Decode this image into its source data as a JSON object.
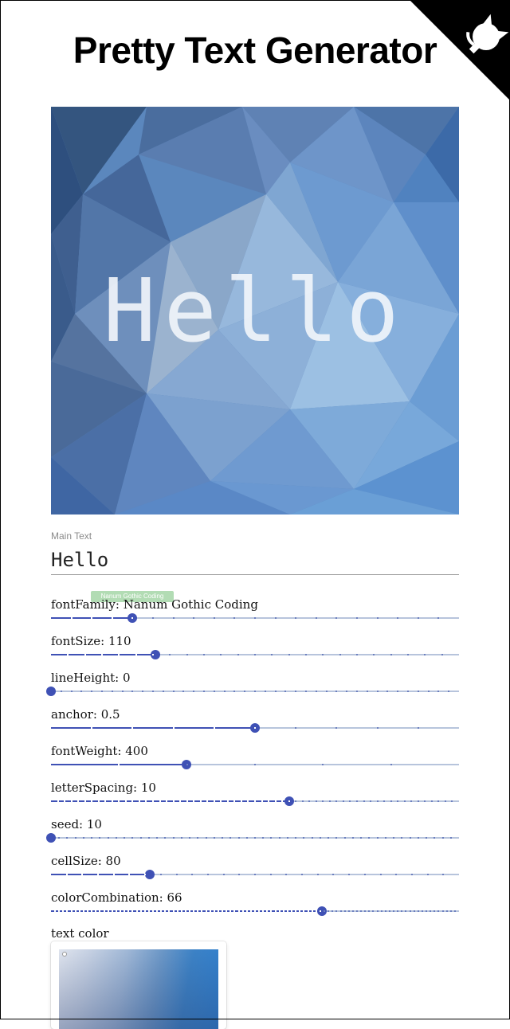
{
  "header": {
    "title": "Pretty Text Generator",
    "github_icon": "github-octocat-icon"
  },
  "preview": {
    "text": "Hello",
    "background_colors": [
      "#2e4f7e",
      "#4f6fa0",
      "#5f86bf",
      "#8fb3dc",
      "#7aa8d8",
      "#3d6fb2",
      "#9bbad8"
    ]
  },
  "main_text": {
    "label": "Main Text",
    "value": "Hello"
  },
  "tooltip": "Nanum Gothic Coding",
  "controls": [
    {
      "id": "fontFamily",
      "label": "fontFamily: Nanum Gothic Coding",
      "fraction": 0.2,
      "steps": 20
    },
    {
      "id": "fontSize",
      "label": "fontSize: 110",
      "fraction": 0.255,
      "steps": 24
    },
    {
      "id": "lineHeight",
      "label": "lineHeight: 0",
      "fraction": 0.0,
      "steps": 40
    },
    {
      "id": "anchor",
      "label": "anchor: 0.5",
      "fraction": 0.5,
      "steps": 10
    },
    {
      "id": "fontWeight",
      "label": "fontWeight: 400",
      "fraction": 0.333,
      "steps": 6
    },
    {
      "id": "letterSpacing",
      "label": "letterSpacing: 10",
      "fraction": 0.584,
      "steps": 60
    },
    {
      "id": "seed",
      "label": "seed: 10",
      "fraction": 0.0,
      "steps": 50
    },
    {
      "id": "cellSize",
      "label": "cellSize: 80",
      "fraction": 0.242,
      "steps": 26
    },
    {
      "id": "colorCombination",
      "label": "colorCombination: 66",
      "fraction": 0.664,
      "steps": 100
    }
  ],
  "text_color": {
    "label": "text color"
  },
  "colors": {
    "accent": "#3f51b5",
    "track": "#b7c4dc",
    "tooltip": "#a5d6a7"
  }
}
